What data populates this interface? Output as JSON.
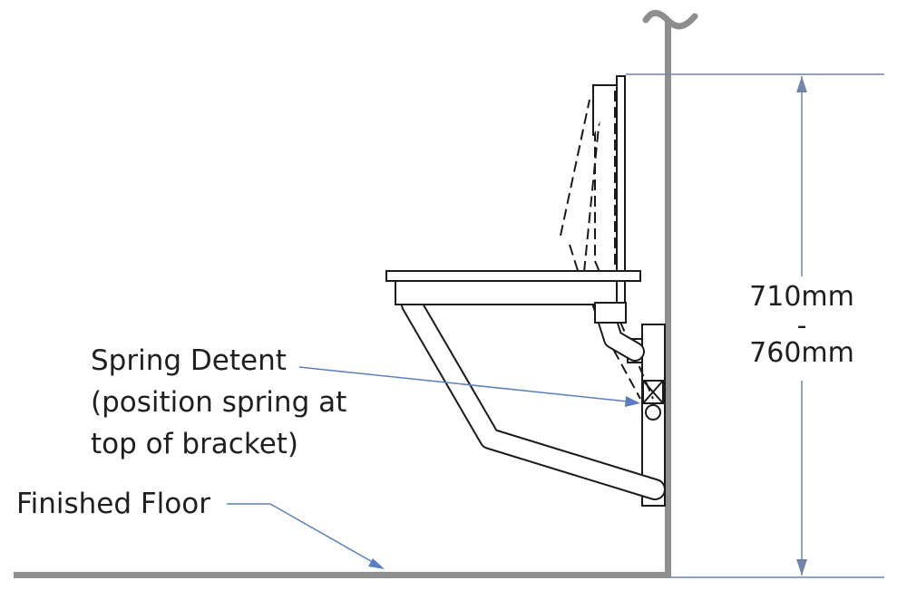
{
  "labels": {
    "spring_line1": "Spring Detent",
    "spring_line2": "(position spring at",
    "spring_line3": "top of bracket)",
    "floor": "Finished Floor"
  },
  "dimension": {
    "line1": "710mm",
    "line2": "-",
    "line3": "760mm"
  },
  "colors": {
    "outline": "#1a1a1a",
    "wall": "#8e8e8e",
    "dimension": "#6f86aa",
    "leader": "#5b7ec0",
    "text": "#1f1f1f"
  }
}
